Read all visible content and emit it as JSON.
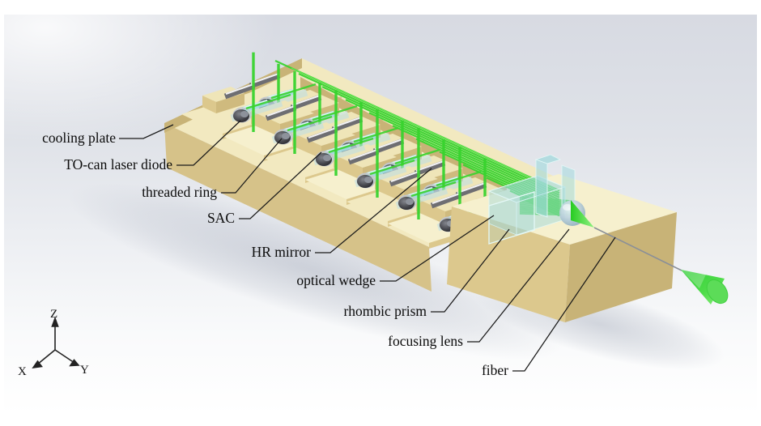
{
  "figure": {
    "caption_labels_present": 9,
    "labels": [
      {
        "text": "cooling plate"
      },
      {
        "text": "TO-can laser diode"
      },
      {
        "text": "threaded ring"
      },
      {
        "text": "SAC"
      },
      {
        "text": "HR mirror"
      },
      {
        "text": "optical wedge"
      },
      {
        "text": "rhombic prism"
      },
      {
        "text": "focusing lens"
      },
      {
        "text": "fiber"
      }
    ]
  },
  "axis_triad": {
    "x_label": "X",
    "y_label": "Y",
    "z_label": "Z"
  },
  "colors": {
    "background_top": "#d7dae2",
    "background_bottom": "#ffffff",
    "plate_top": "#f2e9c0",
    "plate_top_light": "#f6f0ce",
    "plate_front": "#d6c289",
    "plate_side": "#c8b377",
    "mount_top": "#efe5b8",
    "mount_front": "#dcc88d",
    "mount_side": "#cfba7e",
    "beam_green": "#38d32e",
    "beam_bright": "#6fe95c",
    "optic_cyan": "#9fd8dc",
    "optic_edge": "#e4f8f7",
    "lens_blue": "#a9c4d4",
    "can_dark": "#2e2e33",
    "can_ring": "#c3c7cd",
    "mirror_dark": "#6e6e72",
    "mirror_light": "#f2f2f4",
    "fiber_gray": "#8a8f98",
    "leader_black": "#1a1a1a",
    "label_black": "#0b0b0b"
  }
}
